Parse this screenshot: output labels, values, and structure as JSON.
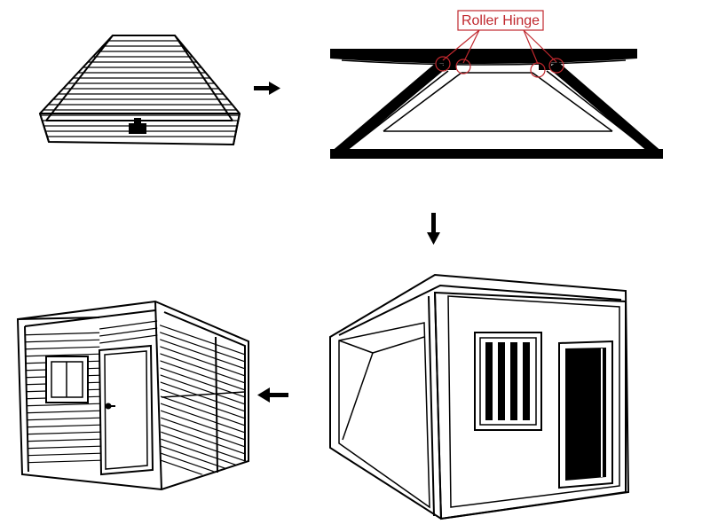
{
  "callout": {
    "label": "Roller Hinge",
    "color": "#c0282e"
  },
  "stroke_color": "#000000",
  "steps": [
    {
      "id": "step-1",
      "depicts": "folded-panel-bundle"
    },
    {
      "id": "step-2",
      "depicts": "roof-frame-with-roller-hinges"
    },
    {
      "id": "step-3",
      "depicts": "frame-with-wall-panels"
    },
    {
      "id": "step-4",
      "depicts": "assembled-container-house"
    }
  ],
  "arrows": [
    {
      "from": "step-1",
      "to": "step-2",
      "direction": "right"
    },
    {
      "from": "step-2",
      "to": "step-3",
      "direction": "down"
    },
    {
      "from": "step-3",
      "to": "step-4",
      "direction": "left"
    }
  ]
}
